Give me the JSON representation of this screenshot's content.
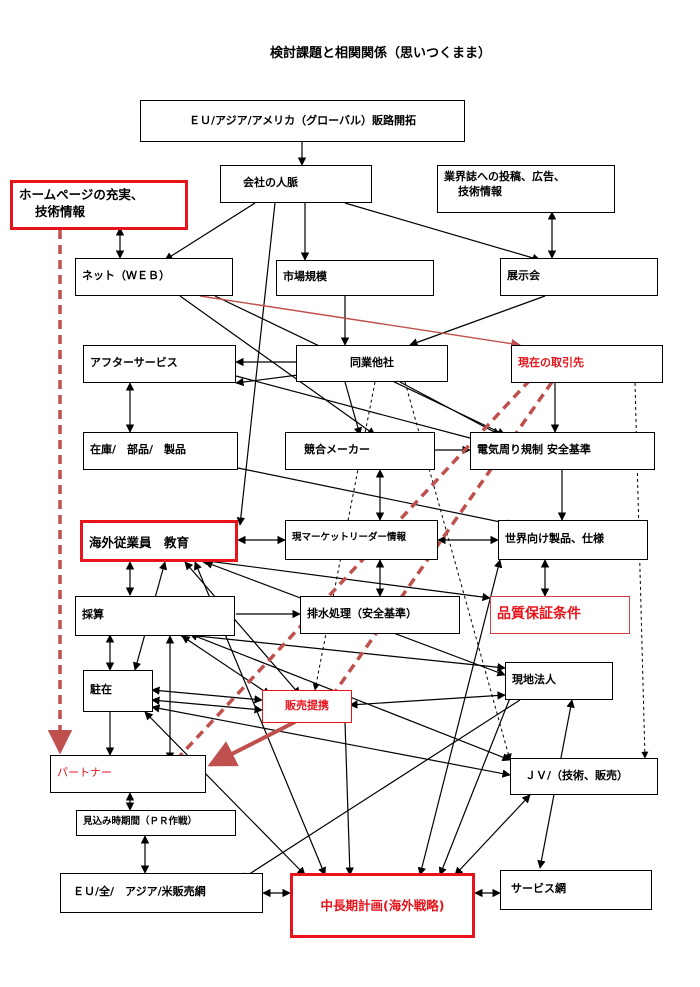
{
  "title": "検討課題と相関関係（思いつくまま）",
  "colors": {
    "line": "#000000",
    "accent_red": "#e8141c",
    "dashed_red": "#c0504d"
  },
  "nodes": {
    "global_sales": "ＥＵ/アジア/アメリカ（グローバル）販路開拓",
    "homepage_line1": "ホームページの充実、",
    "homepage_line2": "技術情報",
    "company_network": "会社の人脈",
    "trade_magazine_line1": "業界誌への投稿、広告、",
    "trade_magazine_line2": "技術情報",
    "net_web": "ネット（ＷＥＢ）",
    "market_size": "市場規模",
    "exhibition": "展示会",
    "after_service": "アフターサービス",
    "same_industry": "同業他社",
    "current_clients": "現在の取引先",
    "inventory": "在庫/　部品/　製品",
    "competitors": "競合メーカー",
    "electrical_rules": "電気周り規制 安全基準",
    "overseas_staff": "海外従業員　教育",
    "market_leader_info": "現マーケットリーダー情報",
    "global_products": "世界向け製品、仕様",
    "recruitment": "採算",
    "wastewater": "排水処理（安全基準）",
    "quality_assurance": "品質保証条件",
    "stationed": "駐在",
    "sales_alliance": "販売提携",
    "local_corp": "現地法人",
    "partner": "パートナー",
    "jv": "ＪＶ/（技術、販売）",
    "prospect_period": "見込み時期間（ＰＲ作戦）",
    "regional_network": "ＥＵ/全/　アジア/米販売網",
    "mid_long_plan": "中長期計画(海外戦略)",
    "service_network": "サービス網"
  }
}
